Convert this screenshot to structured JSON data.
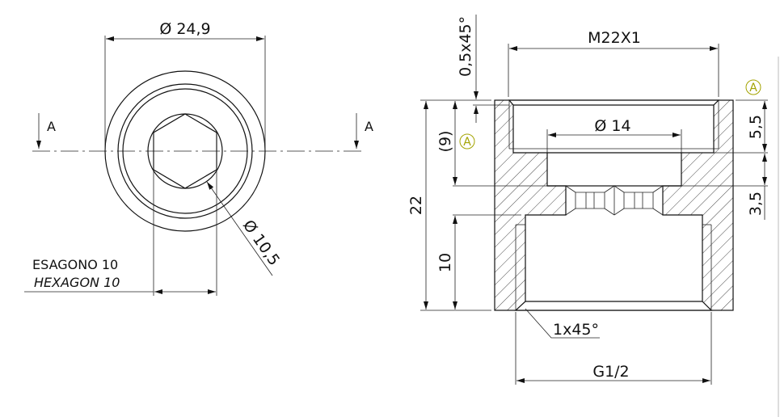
{
  "front_view": {
    "outer_diameter": "Ø 24,9",
    "inner_diameter": "Ø 10,5",
    "hex_label_it": "ESAGONO 10",
    "hex_label_en": "HEXAGON 10",
    "section_mark_left": "A",
    "section_mark_right": "A"
  },
  "section_view": {
    "thread_top": "M22X1",
    "chamfer_top": "0,5x45°",
    "bore_diameter": "Ø 14",
    "total_height": "22",
    "ref_depth": "(9)",
    "lower_depth": "10",
    "depth_top": "5,5",
    "depth_mid": "3,5",
    "chamfer_bottom": "1x45°",
    "thread_bottom": "G1/2",
    "datum_1": "A",
    "datum_2": "A"
  },
  "colors": {
    "line": "#111111",
    "datum": "#a3a300"
  }
}
